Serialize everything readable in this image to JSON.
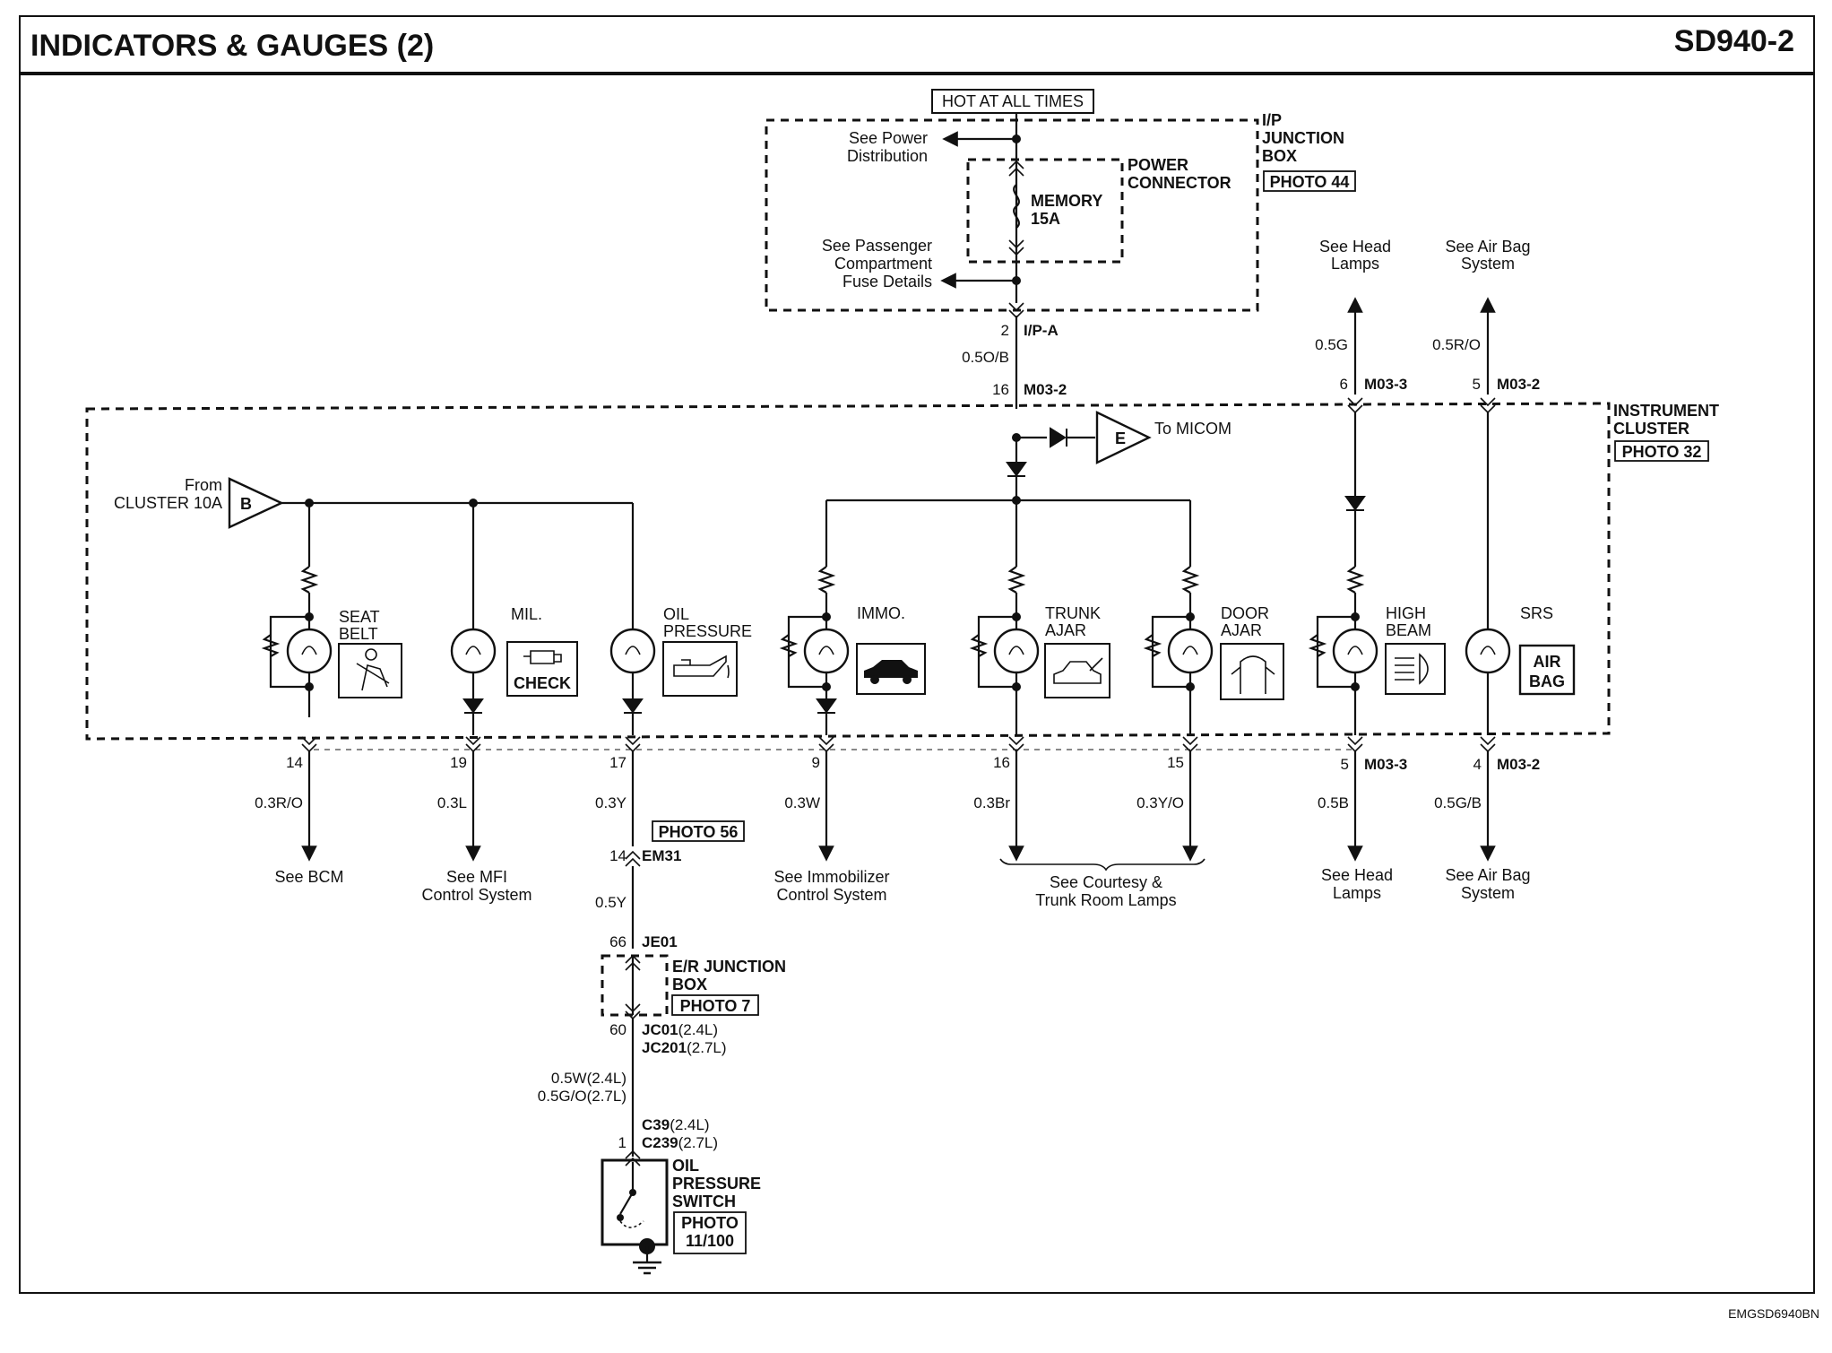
{
  "header": {
    "title": "INDICATORS & GAUGES (2)",
    "code": "SD940-2"
  },
  "footer": {
    "code": "EMGSD6940BN"
  },
  "power": {
    "hot": "HOT AT ALL TIMES",
    "see_power": [
      "See Power",
      "Distribution"
    ],
    "see_passenger": [
      "See Passenger",
      "Compartment",
      "Fuse Details"
    ],
    "ip_junction": [
      "I/P",
      "JUNCTION",
      "BOX"
    ],
    "ip_photo": "PHOTO 44",
    "power_connector": [
      "POWER",
      "CONNECTOR"
    ],
    "fuse": [
      "MEMORY",
      "15A"
    ],
    "ipa_pin": "2",
    "ipa_conn": "I/P-A",
    "ipa_wire": "0.5O/B",
    "m032_pin": "16",
    "m032_conn": "M03-2",
    "micom_letter": "E",
    "micom_label": "To MICOM"
  },
  "cluster": {
    "label": [
      "INSTRUMENT",
      "CLUSTER"
    ],
    "photo": "PHOTO 32",
    "from_label": [
      "From",
      "CLUSTER 10A"
    ],
    "from_letter": "B"
  },
  "lamps": {
    "seatbelt": [
      "SEAT",
      "BELT"
    ],
    "mil": "MIL.",
    "oil": [
      "OIL",
      "PRESSURE"
    ],
    "immo": "IMMO.",
    "trunk": [
      "TRUNK",
      "AJAR"
    ],
    "door": [
      "DOOR",
      "AJAR"
    ],
    "highbeam": [
      "HIGH",
      "BEAM"
    ],
    "srs": "SRS",
    "check_text": "CHECK",
    "airbag_text": [
      "AIR",
      "BAG"
    ]
  },
  "outputs": {
    "seatbelt": {
      "pin": "14",
      "wire": "0.3R/O",
      "see": [
        "See BCM"
      ]
    },
    "mil": {
      "pin": "19",
      "wire": "0.3L",
      "see": [
        "See MFI",
        "Control System"
      ]
    },
    "oil": {
      "pin": "17",
      "wire": "0.3Y"
    },
    "immo": {
      "pin": "9",
      "wire": "0.3W",
      "see": [
        "See Immobilizer",
        "Control System"
      ]
    },
    "trunk": {
      "pin": "16",
      "wire": "0.3Br"
    },
    "door": {
      "pin": "15",
      "wire": "0.3Y/O"
    },
    "courtesy_see": [
      "See Courtesy &",
      "Trunk Room Lamps"
    ],
    "highbeam": {
      "pin": "5",
      "conn": "M03-3",
      "wire": "0.5B",
      "see": [
        "See Head",
        "Lamps"
      ]
    },
    "srs": {
      "pin": "4",
      "conn": "M03-2",
      "wire": "0.5G/B",
      "see": [
        "See Air Bag",
        "System"
      ]
    }
  },
  "inputs": {
    "head": {
      "see": [
        "See Head",
        "Lamps"
      ],
      "wire": "0.5G",
      "pin": "6",
      "conn": "M03-3"
    },
    "airbag": {
      "see": [
        "See Air Bag",
        "System"
      ],
      "wire": "0.5R/O",
      "pin": "5",
      "conn": "M03-2"
    }
  },
  "oil_circuit": {
    "photo56": "PHOTO 56",
    "em31_pin": "14",
    "em31_conn": "EM31",
    "wire2": "0.5Y",
    "je01_pin": "66",
    "je01_conn": "JE01",
    "er_box": [
      "E/R JUNCTION",
      "BOX"
    ],
    "er_photo": "PHOTO 7",
    "jc_pin": "60",
    "jc01": "JC01",
    "jc01_note": "(2.4L)",
    "jc201": "JC201",
    "jc201_note": "(2.7L)",
    "wire3a": "0.5W(2.4L)",
    "wire3b": "0.5G/O(2.7L)",
    "c_pin": "1",
    "c39": "C39",
    "c39_note": "(2.4L)",
    "c239": "C239",
    "c239_note": "(2.7L)",
    "switch_label": [
      "OIL",
      "PRESSURE",
      "SWITCH"
    ],
    "switch_photo": [
      "PHOTO",
      "11/100"
    ]
  }
}
